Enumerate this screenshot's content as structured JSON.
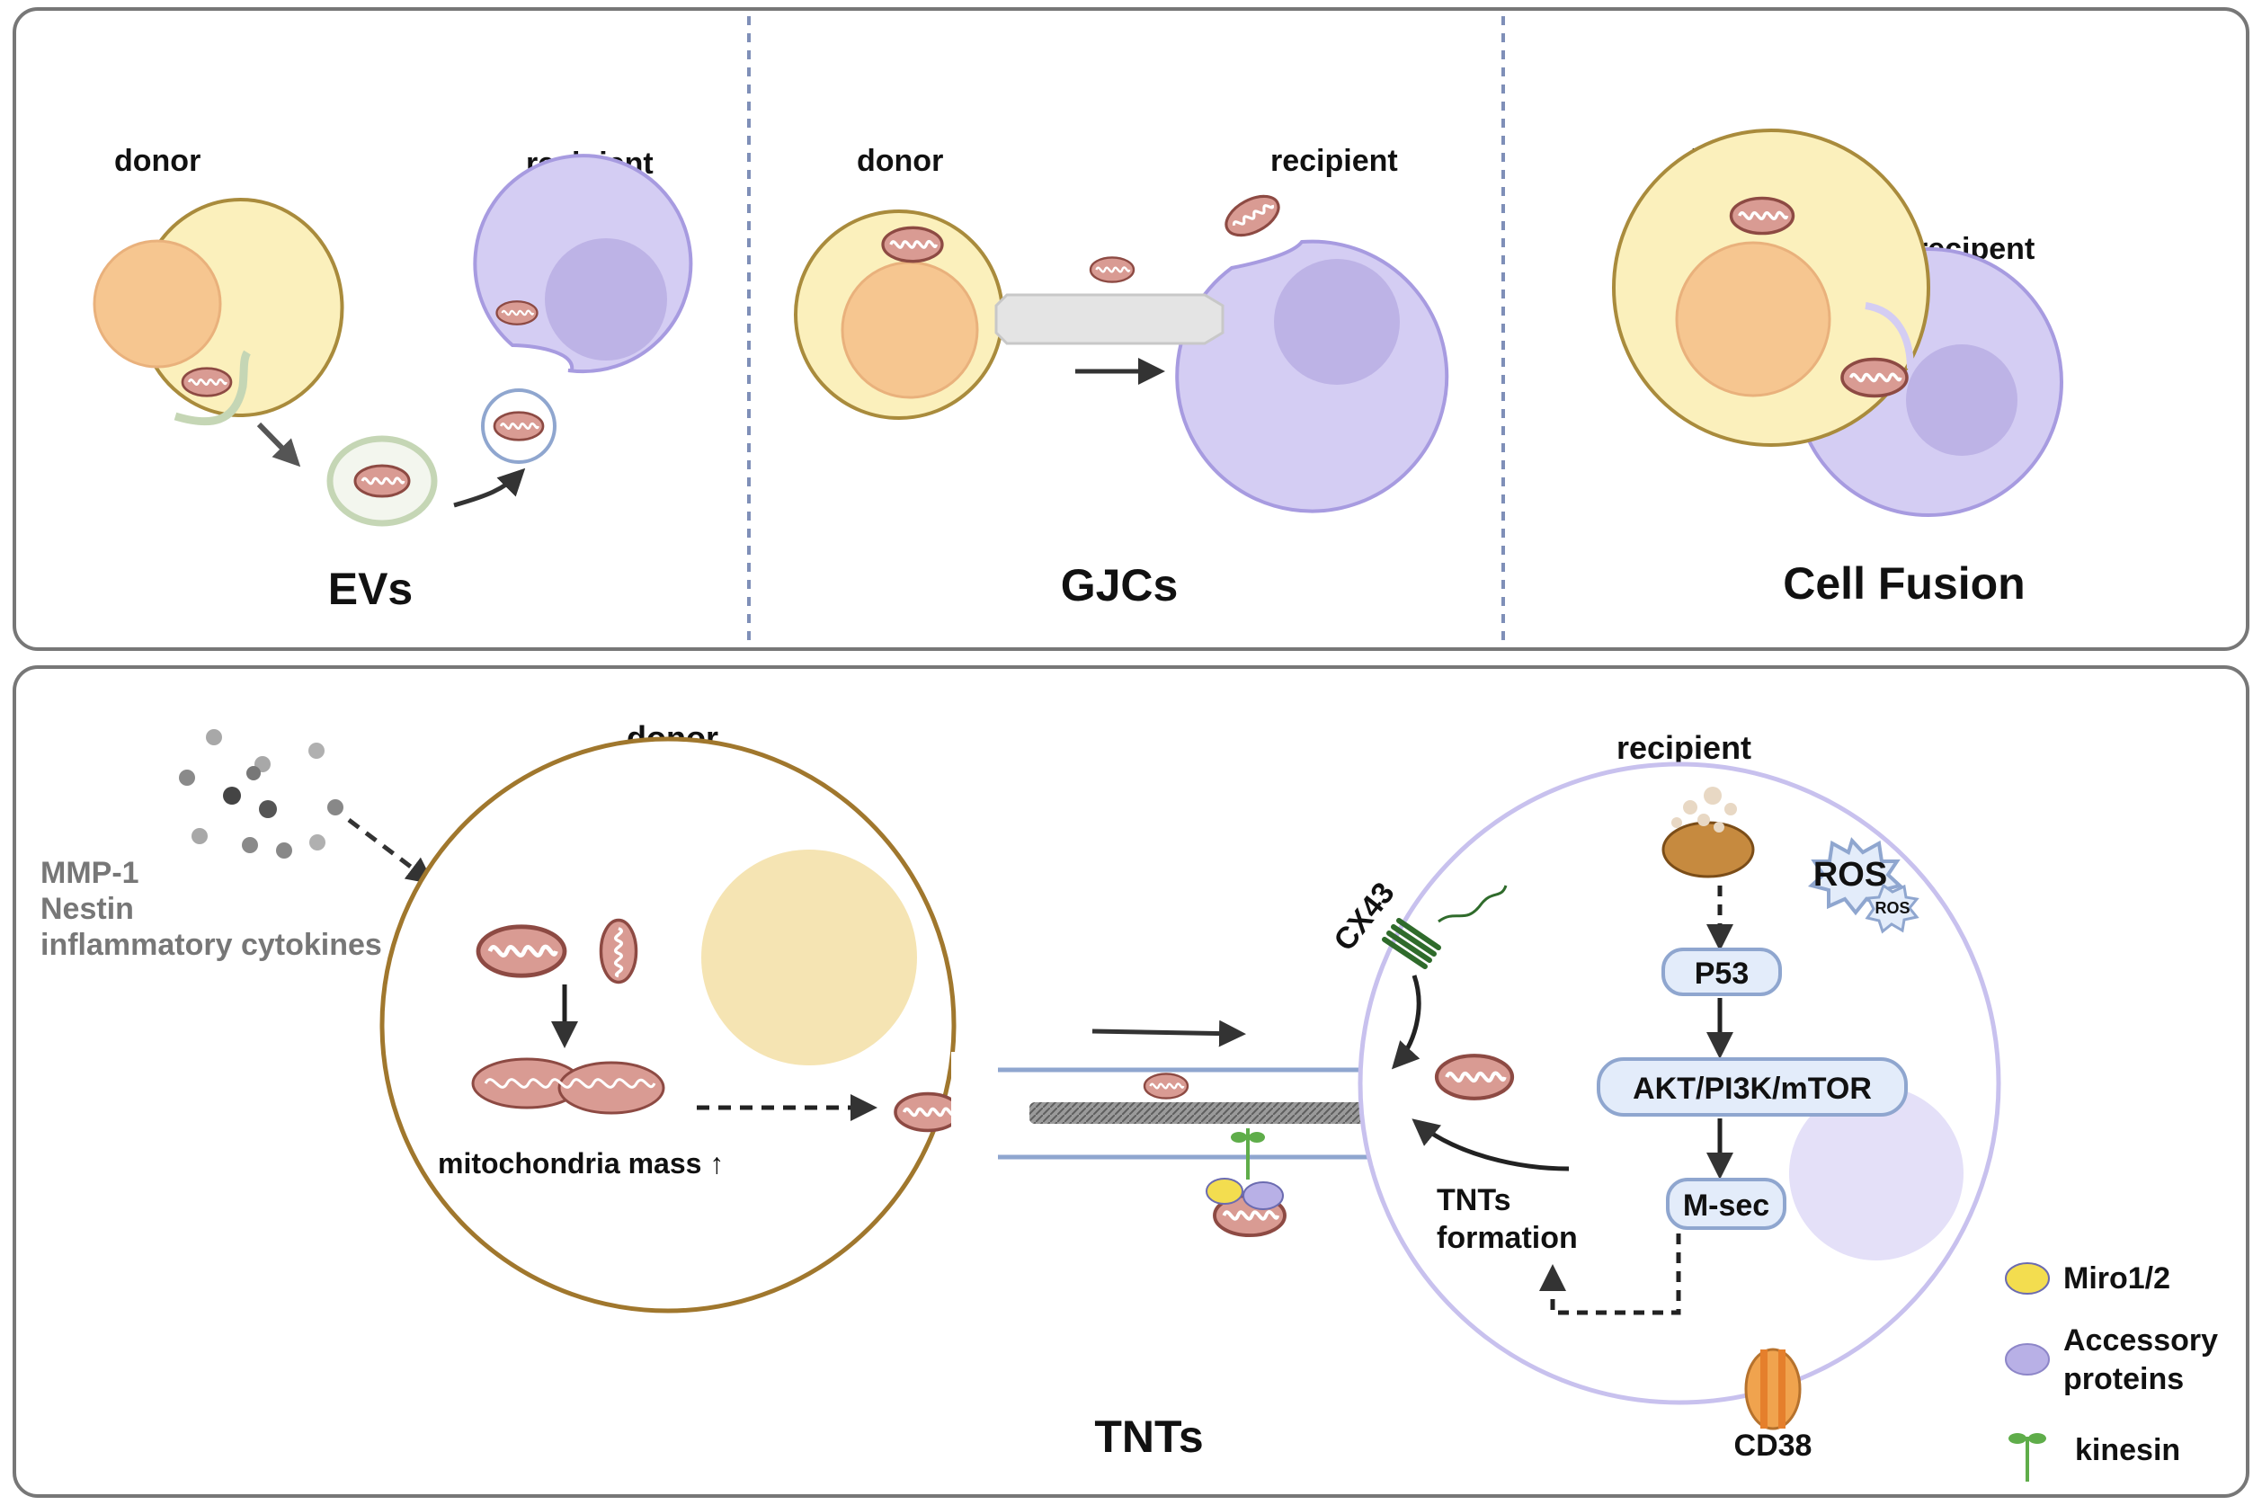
{
  "colors": {
    "donor_cytoplasm": "#fbf0bc",
    "donor_membrane": "#a98b3c",
    "donor_nucleus": "#f6c690",
    "recipient_cytoplasm": "#d4cdf3",
    "recipient_membrane": "#a79be0",
    "recipient_nucleus": "#bdb3e6",
    "mito_fill": "#d99b93",
    "mito_stroke": "#8d4a43",
    "panel_border": "#777777",
    "divider": "#7f8fb8",
    "tnt_line": "#8fa6cf",
    "box_fill": "#e3ecfa",
    "box_stroke": "#8fa6cf",
    "miro_yellow": "#f3dd4f",
    "accessory_purple": "#b8b0e6",
    "kinesin_green": "#5fad4a",
    "cd38_orange": "#f0a34e",
    "cx43_green": "#2f6b2b",
    "arrow_dark": "#333333"
  },
  "top": {
    "evs": {
      "donor": "donor",
      "recipient": "recipient",
      "title": "EVs"
    },
    "gjcs": {
      "donor": "donor",
      "recipient": "recipient",
      "title": "GJCs"
    },
    "fusion": {
      "donor": "donor",
      "recipient": "recipent",
      "title": "Cell Fusion"
    }
  },
  "bottom": {
    "title": "TNTs",
    "donor": "donor",
    "recipient": "recipient",
    "stimuli": [
      "MMP-1",
      "Nestin",
      "inflammatory cytokines"
    ],
    "mito_mass": "mitochondria mass ↑",
    "cx43": "CX43",
    "ros_big": "ROS",
    "ros_small": "ROS",
    "p53": "P53",
    "akt": "AKT/PI3K/mTOR",
    "msec": "M-sec",
    "tnts_formation_1": "TNTs",
    "tnts_formation_2": "formation",
    "cd38": "CD38",
    "legend": [
      {
        "label": "Miro1/2",
        "icon": "yellow-ellipse"
      },
      {
        "label_line1": "Accessory",
        "label_line2": "proteins",
        "icon": "purple-ellipse"
      },
      {
        "label": "kinesin",
        "icon": "kinesin-sprout"
      }
    ]
  }
}
